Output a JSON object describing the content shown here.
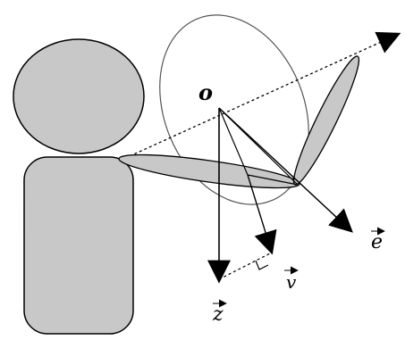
{
  "labels": {
    "origin": "o",
    "e": "e",
    "z": "z",
    "v": "v"
  },
  "colors": {
    "body_fill": "#c8c8c8",
    "stroke": "#000000",
    "ellipse_stroke": "#555555",
    "background": "#ffffff"
  }
}
